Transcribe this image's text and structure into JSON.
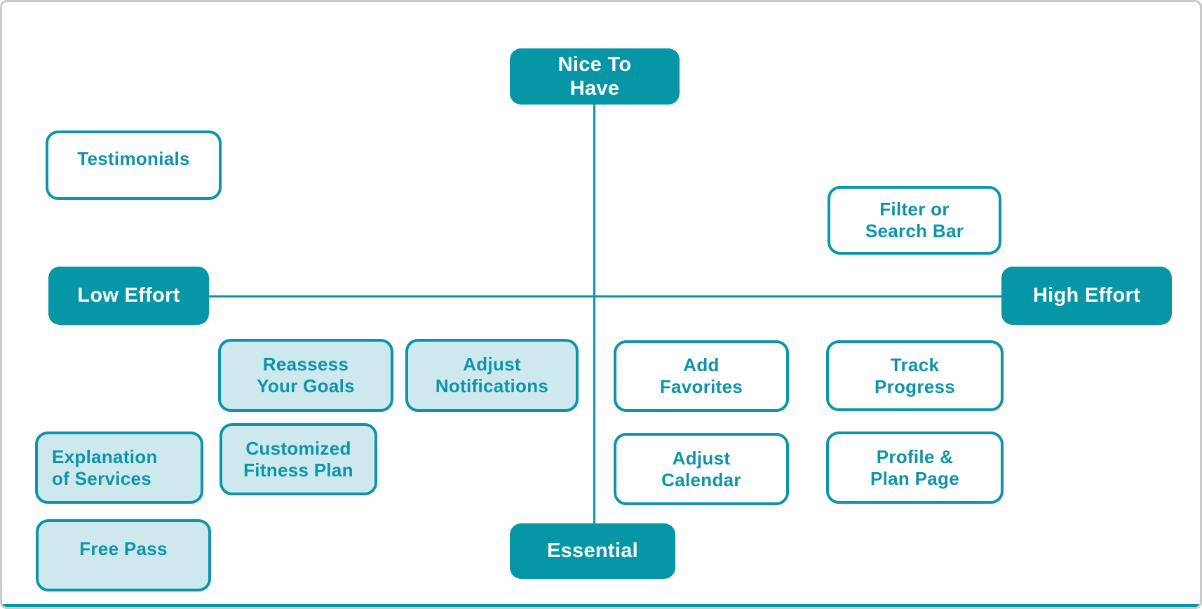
{
  "colors": {
    "teal": "#0696A6",
    "teal_text": "#0D94A8",
    "light_fill": "#CEE9ED",
    "frame_gray": "#C9CCCB",
    "background": "#FFFFFF"
  },
  "chart_data": {
    "type": "table",
    "title": "",
    "note": "2x2 effort vs necessity priority matrix",
    "x_axis": {
      "left": "Low Effort",
      "right": "High Effort"
    },
    "y_axis": {
      "top": "Nice To Have",
      "bottom": "Essential"
    }
  },
  "axis_labels": {
    "top": "Nice To\nHave",
    "bottom": "Essential",
    "left": "Low Effort",
    "right": "High Effort"
  },
  "quadrant_items": {
    "nice_to_have_low_effort": {
      "testimonials": "Testimonials"
    },
    "nice_to_have_high_effort": {
      "filter_search": "Filter or\nSearch Bar"
    },
    "essential_low_effort": {
      "reassess": "Reassess\nYour Goals",
      "adjust_notifications": "Adjust\nNotifications",
      "explanation": "Explanation\nof Services",
      "customized": "Customized\nFitness Plan",
      "free_pass": "Free Pass"
    },
    "essential_high_effort": {
      "add_favorites": "Add\nFavorites",
      "track_progress": "Track\nProgress",
      "adjust_calendar": "Adjust\nCalendar",
      "profile_plan": "Profile &\nPlan Page"
    }
  }
}
